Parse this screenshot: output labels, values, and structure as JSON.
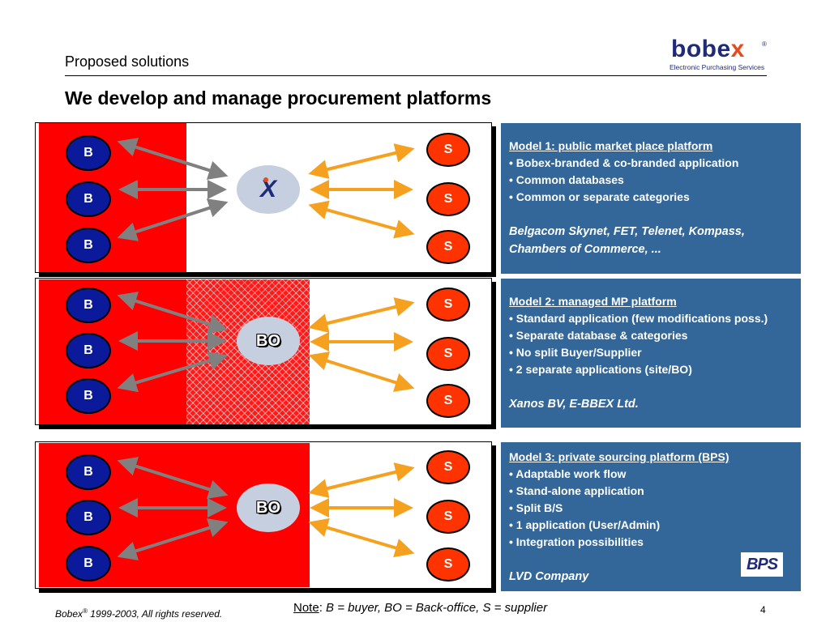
{
  "header": {
    "subtitle": "Proposed solutions",
    "title": "We develop and manage procurement platforms",
    "logo": {
      "word": "bobe",
      "word_x": "x",
      "reg": "®",
      "tagline": "Electronic Purchasing Services"
    }
  },
  "colors": {
    "red": "#ff0000",
    "panel_blue": "#336699",
    "buyer_blue": "#0a1a9a",
    "supplier_orange": "#ff3300",
    "arrow_gray": "#808080",
    "arrow_orange": "#f5a11f"
  },
  "diagram": {
    "buyer_label": "B",
    "supplier_label": "S",
    "hub1_label": "X",
    "hub2_label": "BO",
    "hub3_label": "BO"
  },
  "models": [
    {
      "title": "Model 1: public market place platform",
      "bullets": [
        "• Bobex-branded & co-branded application",
        "• Common databases",
        "• Common or separate categories"
      ],
      "clients": [
        "Belgacom Skynet, FET, Telenet, Kompass,",
        "Chambers of Commerce, ..."
      ]
    },
    {
      "title": "Model 2: managed MP platform",
      "bullets": [
        "• Standard application (few modifications poss.)",
        "• Separate database & categories",
        "• No split Buyer/Supplier",
        "• 2 separate applications (site/BO)"
      ],
      "clients": [
        "Xanos BV, E-BBEX Ltd."
      ]
    },
    {
      "title": "Model 3: private sourcing platform (BPS)",
      "bullets": [
        "• Adaptable work flow",
        "• Stand-alone application",
        "• Split B/S",
        "• 1 application (User/Admin)",
        "• Integration possibilities"
      ],
      "clients": [
        "LVD Company"
      ],
      "badge": "BPS"
    }
  ],
  "footer": {
    "copyright_prefix": "Bobex",
    "copyright_sup": "®",
    "copyright_suffix": " 1999-2003, All rights reserved.",
    "note_label": "Note",
    "note_colon": ": ",
    "note_text": "B = buyer, BO = Back-office, S = supplier",
    "page": "4"
  }
}
